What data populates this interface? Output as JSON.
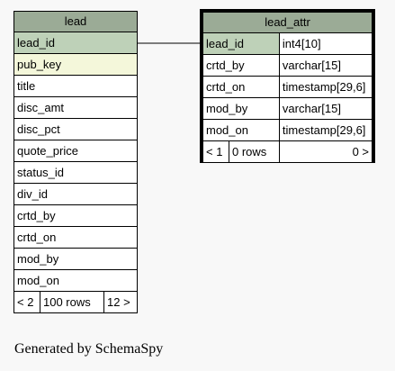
{
  "lead": {
    "title": "lead",
    "columns": [
      "lead_id",
      "pub_key",
      "title",
      "disc_amt",
      "disc_pct",
      "quote_price",
      "status_id",
      "div_id",
      "crtd_by",
      "crtd_on",
      "mod_by",
      "mod_on"
    ],
    "footer": {
      "left": "< 2",
      "mid": "100 rows",
      "right": "12 >"
    }
  },
  "lead_attr": {
    "title": "lead_attr",
    "columns": [
      {
        "name": "lead_id",
        "type": "int4[10]"
      },
      {
        "name": "crtd_by",
        "type": "varchar[15]"
      },
      {
        "name": "crtd_on",
        "type": "timestamp[29,6]"
      },
      {
        "name": "mod_by",
        "type": "varchar[15]"
      },
      {
        "name": "mod_on",
        "type": "timestamp[29,6]"
      }
    ],
    "footer": {
      "left": "< 1",
      "mid": "0 rows",
      "right": "0 >"
    }
  },
  "generated_by": "Generated by SchemaSpy",
  "colors": {
    "header": "#9bab96",
    "primary_key": "#bed1b8",
    "foreign_key": "#f4f7da",
    "background": "#f8f8f8"
  }
}
